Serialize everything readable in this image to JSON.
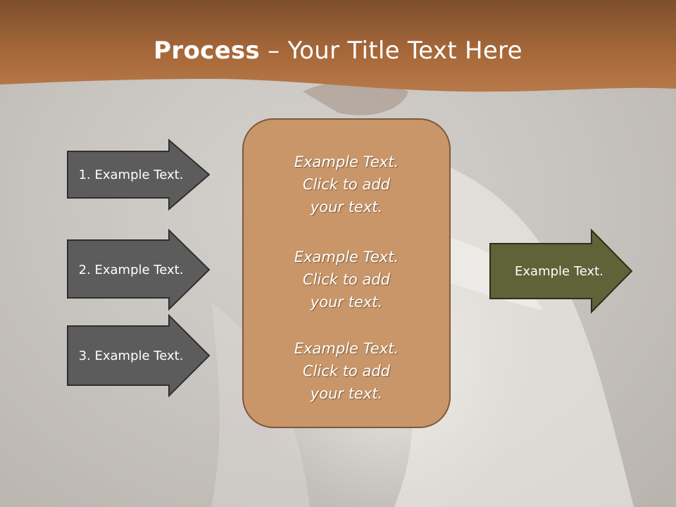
{
  "header": {
    "title_bold": "Process",
    "title_rest": " – Your Title Text Here"
  },
  "left_arrows": [
    {
      "label": "1. Example Text."
    },
    {
      "label": "2. Example Text."
    },
    {
      "label": "3. Example Text."
    }
  ],
  "center_box": {
    "blocks": [
      {
        "lines": [
          "Example Text.",
          "Click  to add",
          "your text."
        ]
      },
      {
        "lines": [
          "Example Text.",
          "Click  to add",
          "your text."
        ]
      },
      {
        "lines": [
          "Example Text.",
          "Click  to add",
          "your text."
        ]
      }
    ]
  },
  "right_arrow": {
    "label": "Example Text."
  },
  "colors": {
    "header_brown": "#a8693a",
    "left_arrow_fill": "#5c5c5c",
    "center_fill": "#c99669",
    "right_arrow_fill": "#5e6338"
  }
}
